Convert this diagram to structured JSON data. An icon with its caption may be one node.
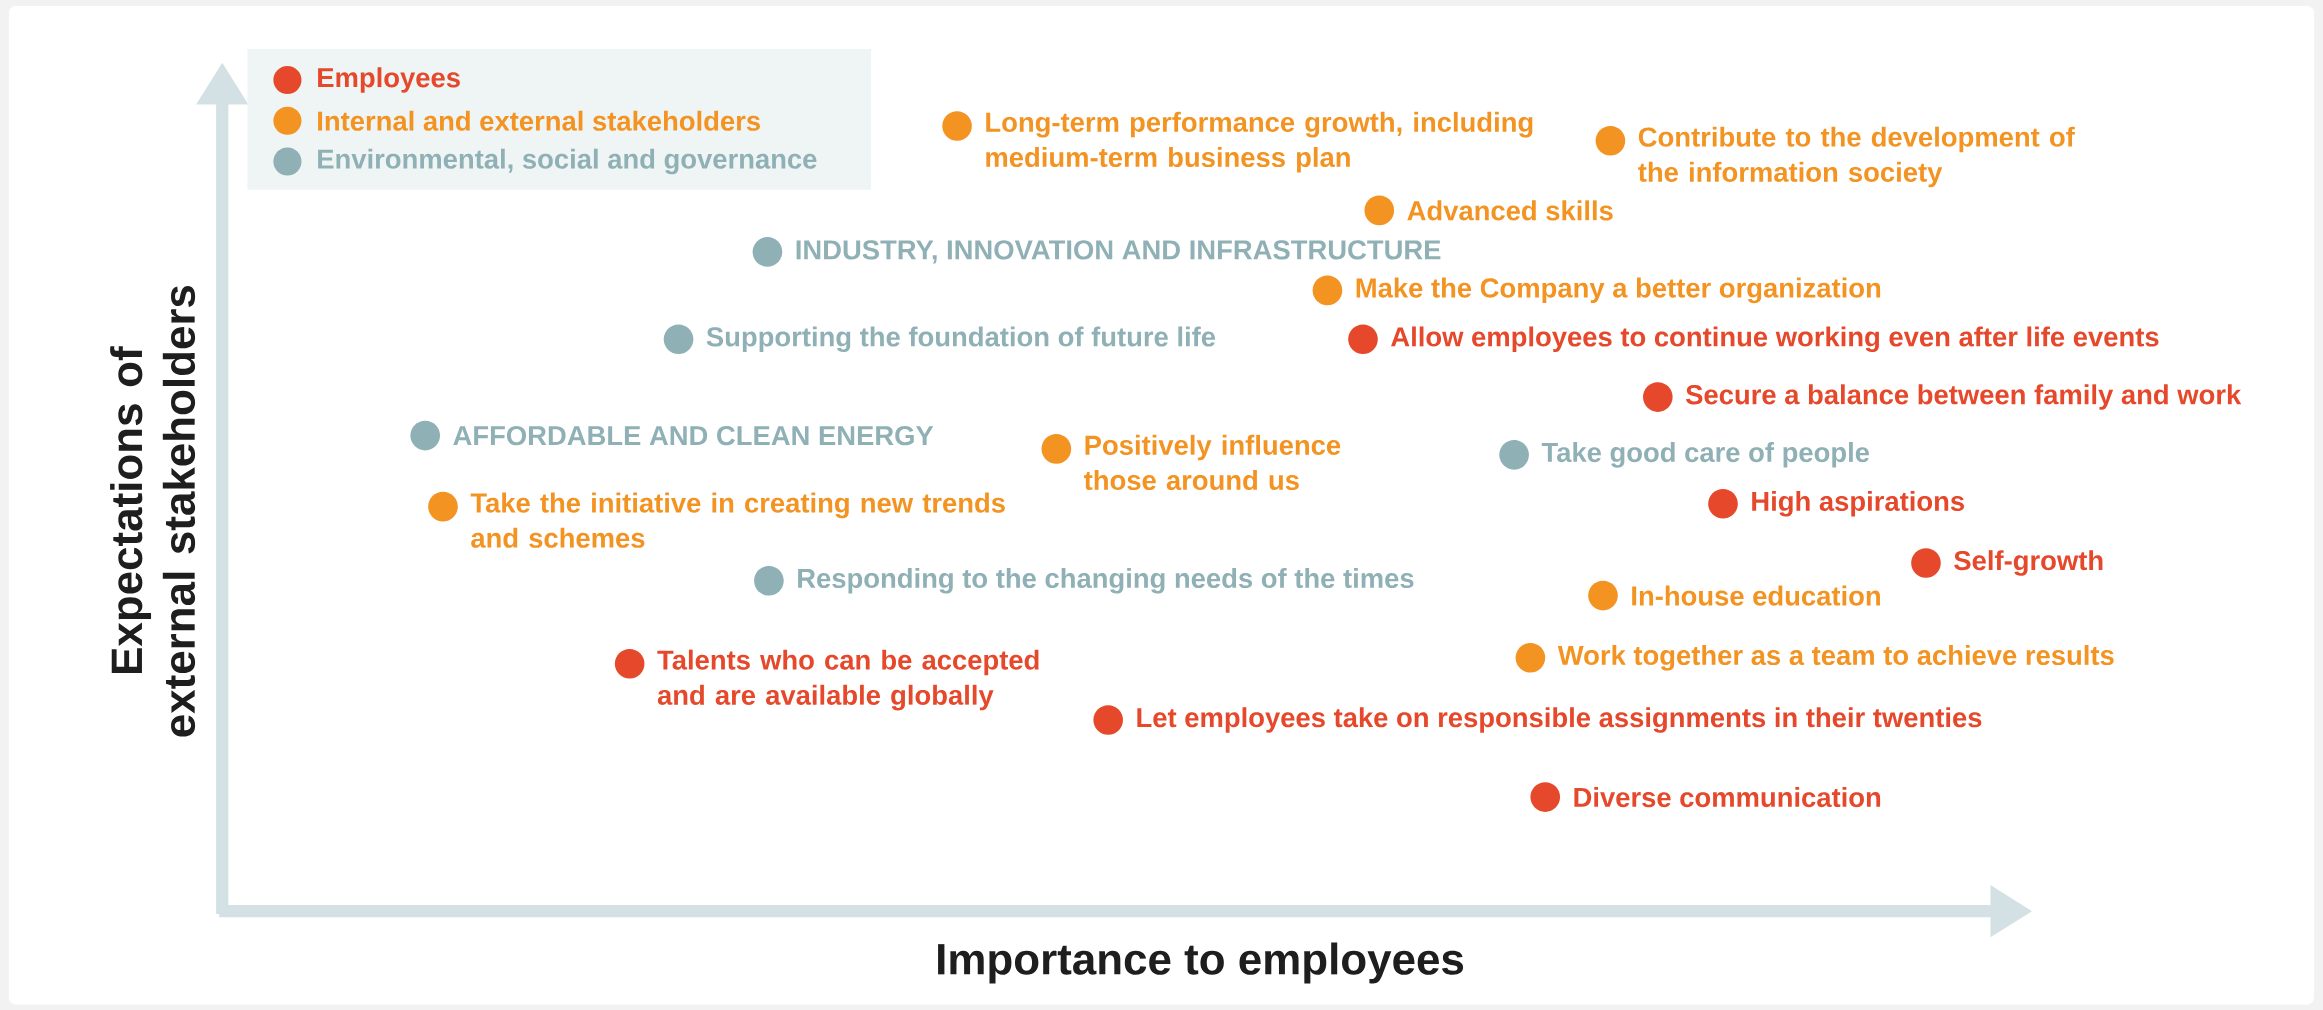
{
  "diagram": {
    "nodes": [
      {
        "text": [
          "Long-term performance growth, including medium-term business plan"
        ]
      },
      {
        "text": [
          "Contribute to the development of the information society"
        ]
      },
      {
        "text": [
          "Advanced skills"
        ]
      },
      {
        "text": [
          "INDUSTRY, INNOVATION AND INFRASTRUCTURE"
        ]
      },
      {
        "text": [
          "Make the Company a better organization"
        ]
      },
      {
        "text": [
          "Supporting the foundation of future life"
        ]
      },
      {
        "text": [
          "Allow employees to continue working even after life events"
        ]
      },
      {
        "text": [
          "Secure a balance between family and work"
        ]
      },
      {
        "text": [
          "AFFORDABLE AND CLEAN ENERGY"
        ]
      },
      {
        "text": [
          "Positively influence those around us"
        ]
      },
      {
        "text": [
          "Take good care of people"
        ]
      },
      {
        "text": [
          "Take the initiative in creating new trends and schemes"
        ]
      },
      {
        "text": [
          "High aspirations"
        ]
      },
      {
        "text": [
          "Self-growth"
        ]
      },
      {
        "text": [
          "Responding to the changing needs of the times"
        ]
      },
      {
        "text": [
          "In-house education"
        ]
      },
      {
        "text": [
          "Talents who can be accepted and are available globally"
        ]
      },
      {
        "text": [
          "Work together as a team to achieve results"
        ]
      },
      {
        "text": [
          "Let employees take on responsible assignments in their twenties"
        ]
      },
      {
        "text": [
          "Diverse communication"
        ]
      }
    ],
    "labels": [
      "Expectations of external stakeholders",
      "Importance to employees"
    ],
    "legend": [
      {
        "text": "Employees",
        "color": "#e5482a"
      },
      {
        "text": "Internal and external stakeholders",
        "color": "#f39322"
      },
      {
        "text": "Environmental, social and governance",
        "color": "#8fb0b5"
      }
    ]
  }
}
